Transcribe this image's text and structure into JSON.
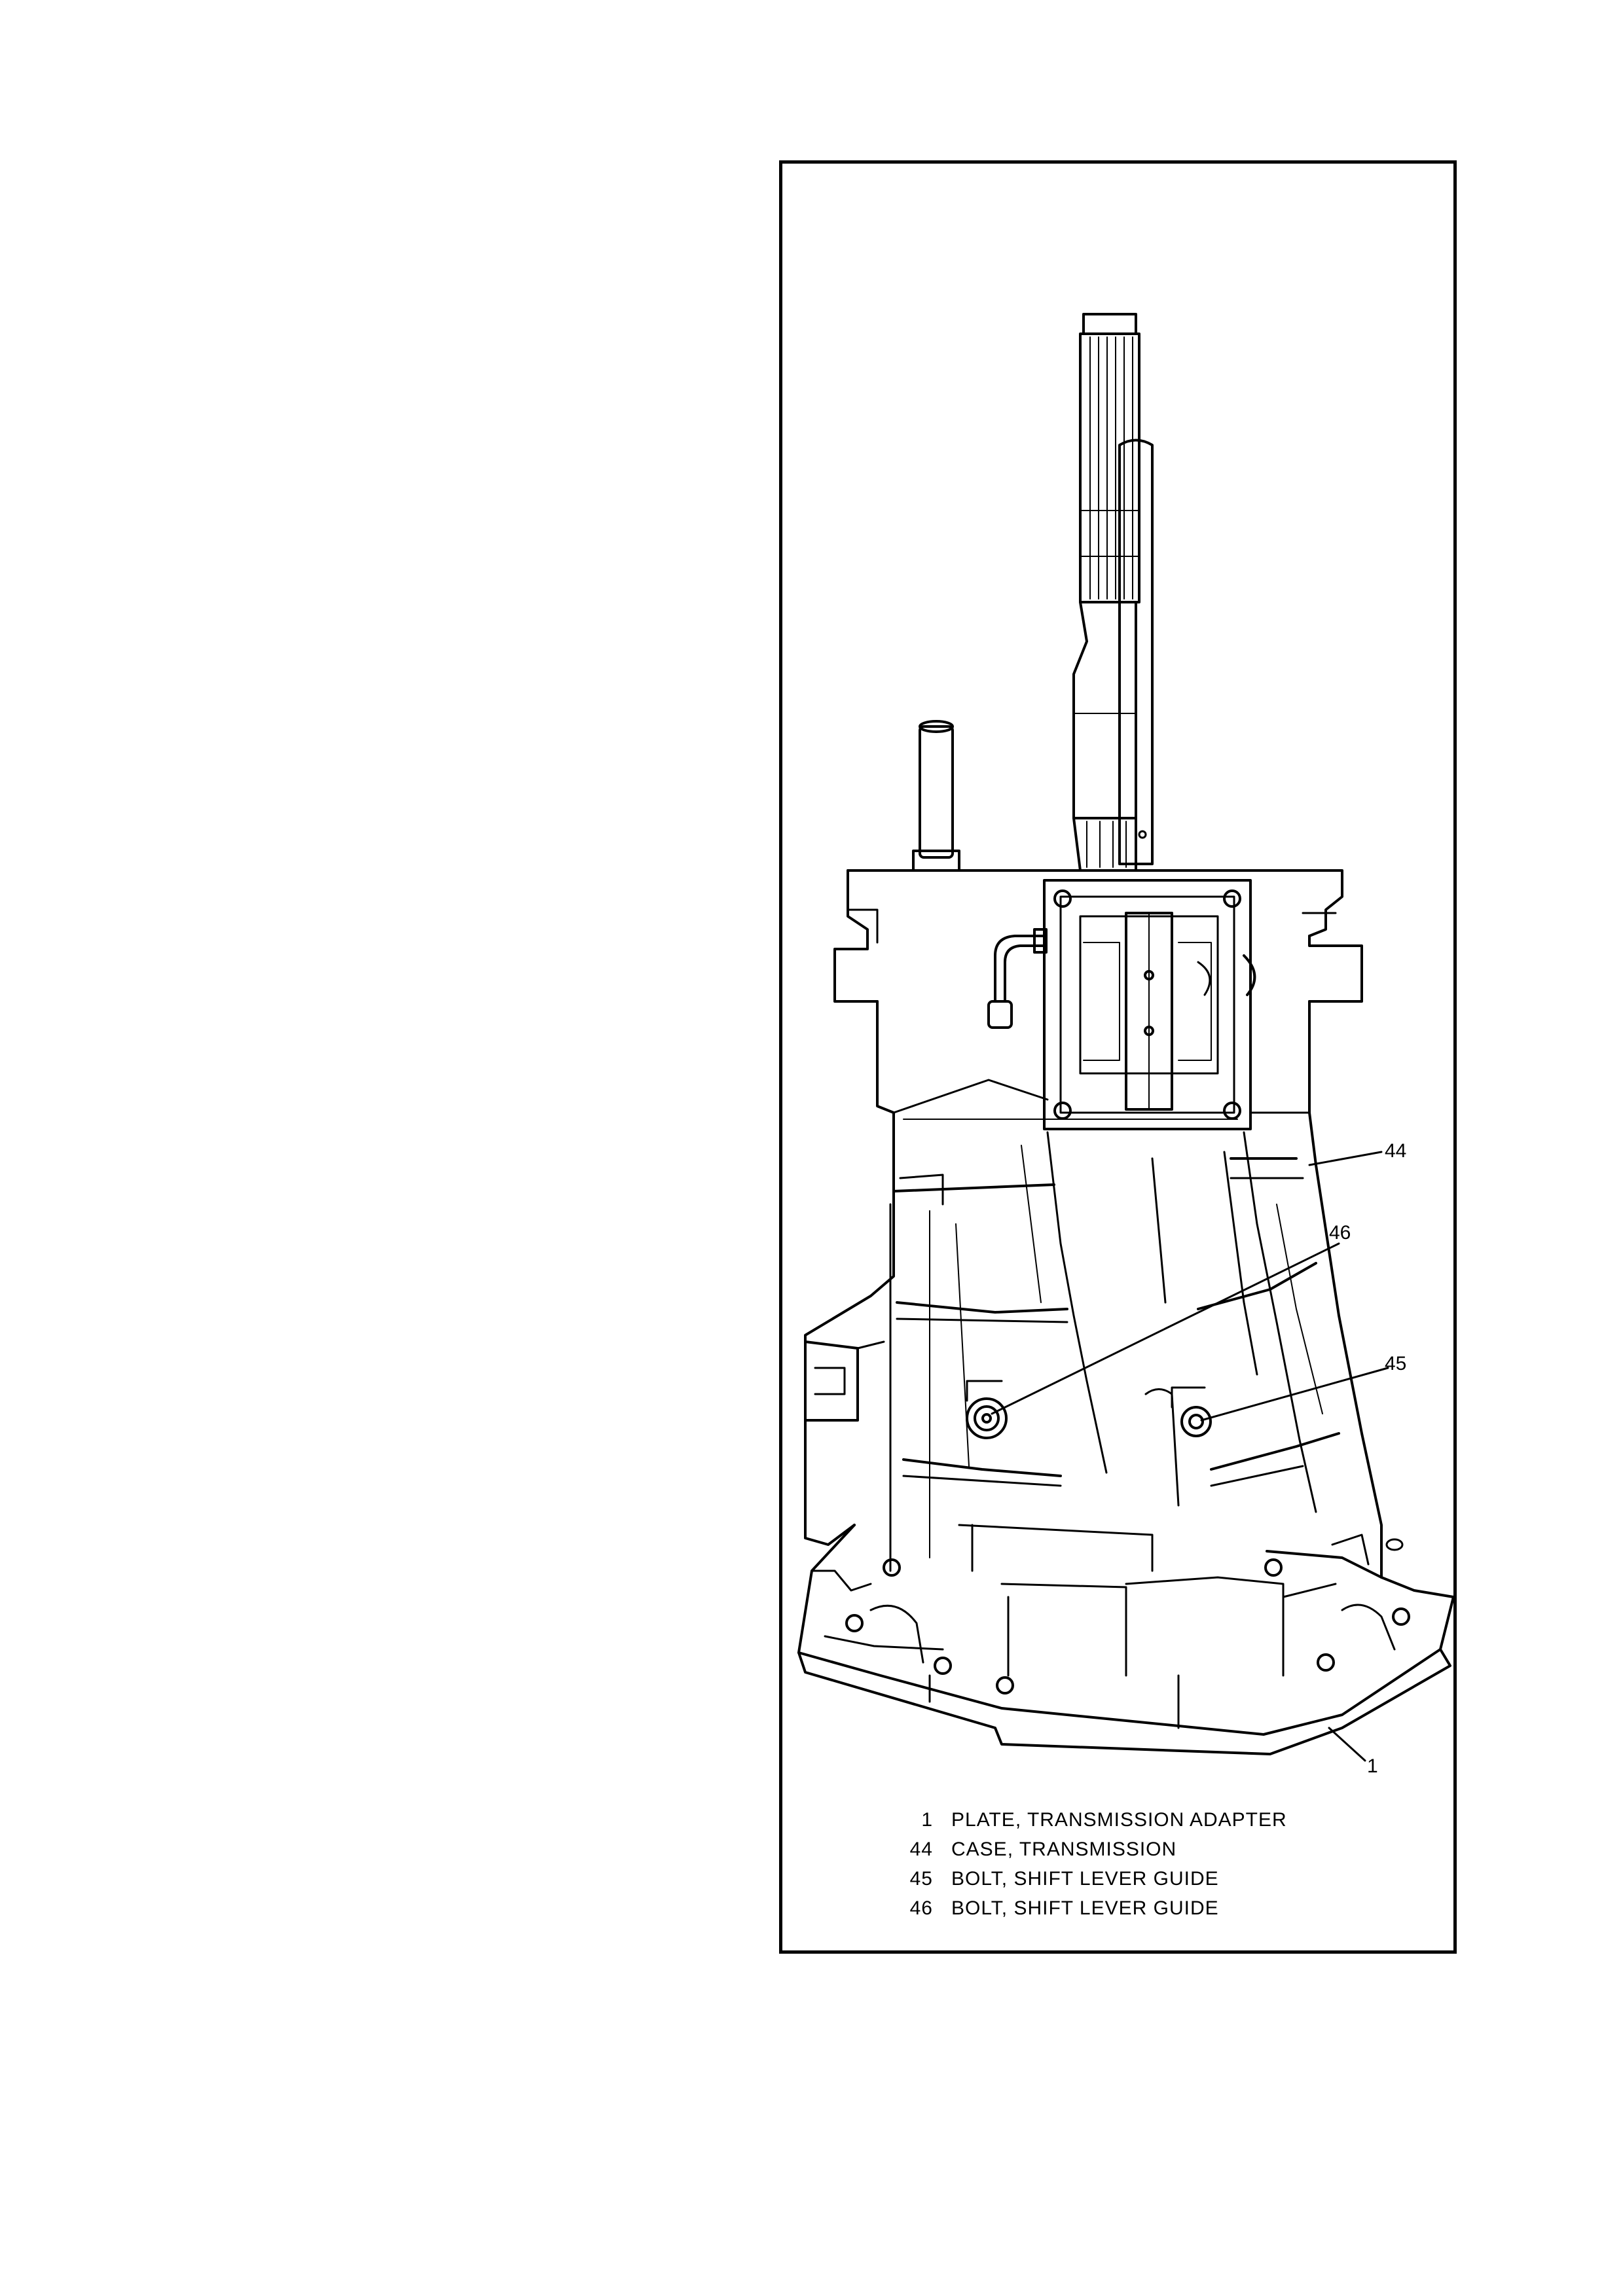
{
  "figure": {
    "callouts": [
      {
        "id": "1",
        "label": "1"
      },
      {
        "id": "44",
        "label": "44"
      },
      {
        "id": "45",
        "label": "45"
      },
      {
        "id": "46",
        "label": "46"
      }
    ],
    "legend": [
      {
        "number": "1",
        "description": "PLATE, TRANSMISSION ADAPTER"
      },
      {
        "number": "44",
        "description": "CASE, TRANSMISSION"
      },
      {
        "number": "45",
        "description": "BOLT, SHIFT LEVER GUIDE"
      },
      {
        "number": "46",
        "description": "BOLT, SHIFT LEVER GUIDE"
      }
    ]
  }
}
